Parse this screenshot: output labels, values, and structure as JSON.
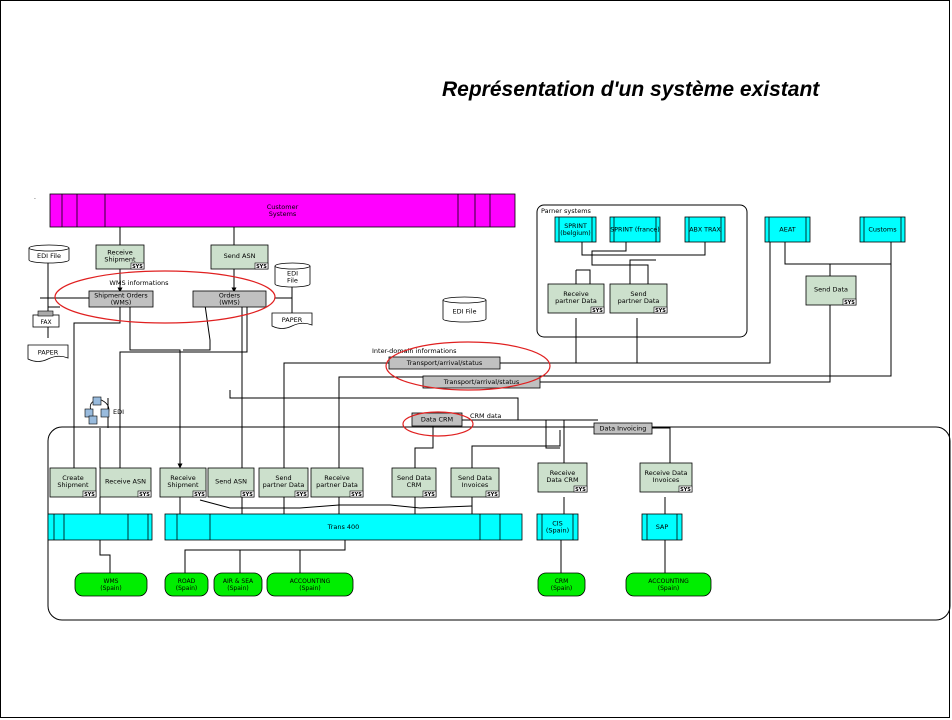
{
  "title": "Représentation d'un système existant",
  "colors": {
    "magenta": "#ff00ff",
    "cyan": "#00ffff",
    "process": "#cce0cc",
    "grey": "#c0c0c0",
    "green": "#00ee00",
    "highlight": "#e02020"
  },
  "labels": {
    "dot": ".",
    "customer_systems": [
      "Customer",
      "Systems"
    ],
    "receive_shipment_top": [
      "Receive",
      "Shipment"
    ],
    "send_asn_top": [
      "Send ASN"
    ],
    "edi_file_left": "EDI File",
    "edi_file_mid": [
      "EDI",
      "File"
    ],
    "paper_right": "PAPER",
    "wms_informations": "WMS informations",
    "shipment_orders": [
      "Shipment Orders",
      "(WMS)"
    ],
    "orders": [
      "Orders",
      "(WMS)"
    ],
    "fax": "FAX",
    "paper_left": "PAPER",
    "parner_systems": "Parner systems",
    "sprint_belgium": [
      "SPRINT",
      "(belgium)"
    ],
    "sprint_france": "SPRINT (france)",
    "abx_trax": "ABX TRAX",
    "receive_partner_data_top": [
      "Receive",
      "partner Data"
    ],
    "send_partner_data_top": [
      "Send",
      "partner Data"
    ],
    "aeat": "AEAT",
    "customs": "Customs",
    "send_data": "Send Data",
    "edi_file_center": "EDI File",
    "inter_domain": "Inter-domain informations",
    "transport_1": "Transport/arrival/status",
    "transport_2": "Transport/arrival/status",
    "edi": "EDI",
    "data_crm": "Data CRM",
    "crm_data": "CRM data",
    "data_invoicing": "Data Invoicing",
    "create_shipment": [
      "Create",
      "Shipment"
    ],
    "receive_asn": [
      "Receive ASN"
    ],
    "receive_shipment_bottom": [
      "Receive",
      "Shipment"
    ],
    "send_asn_bottom": [
      "Send ASN"
    ],
    "send_partner_data_bottom": [
      "Send",
      "partner Data"
    ],
    "receive_partner_data_bottom": [
      "Receive",
      "partner Data"
    ],
    "send_data_crm": [
      "Send Data",
      "CRM"
    ],
    "send_data_invoices": [
      "Send Data",
      "Invoices"
    ],
    "receive_data_crm": [
      "Receive",
      "Data CRM"
    ],
    "receive_data_invoices": [
      "Receive Data",
      "Invoices"
    ],
    "trans400": "Trans 400",
    "cis": [
      "CIS",
      "(Spain)"
    ],
    "sap": "SAP",
    "wms_spain": [
      "WMS",
      "(Spain)"
    ],
    "road_spain": [
      "ROAD",
      "(Spain)"
    ],
    "air_sea_spain": [
      "AIR & SEA",
      "(Spain)"
    ],
    "accounting_spain_1": [
      "ACCOUNTING",
      "(Spain)"
    ],
    "crm_spain": [
      "CRM",
      "(Spain)"
    ],
    "accounting_spain_2": [
      "ACCOUNTING",
      "(Spain)"
    ],
    "sys": "SYS"
  }
}
